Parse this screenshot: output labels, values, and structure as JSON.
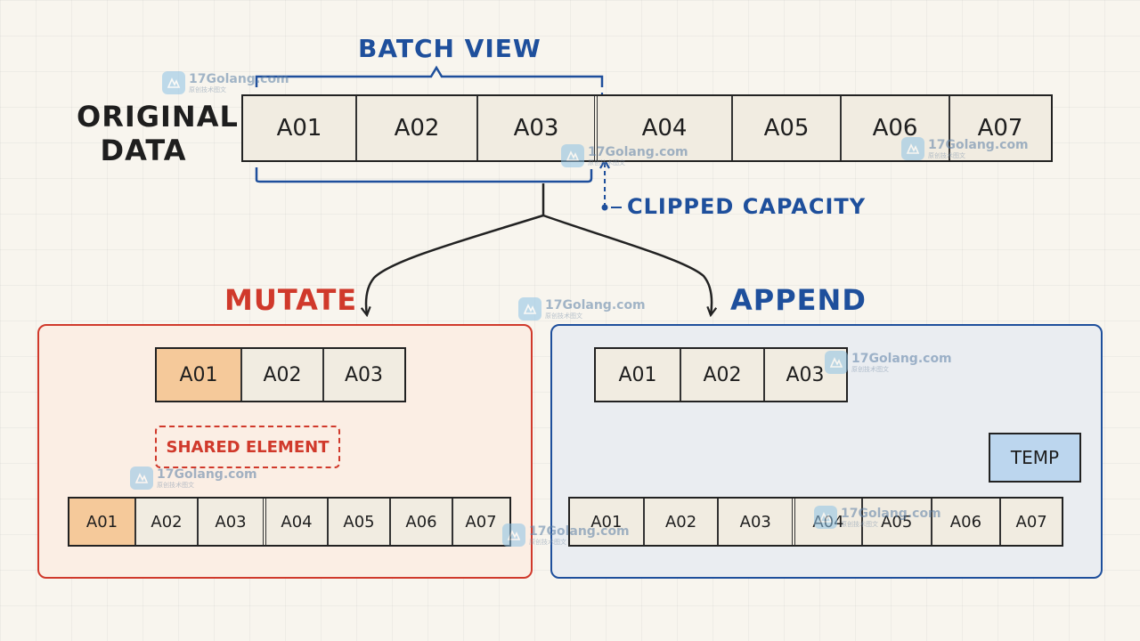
{
  "labels": {
    "batch_view": "BATCH VIEW",
    "original_data_line1": "ORIGINAL",
    "original_data_line2": "DATA",
    "clipped_capacity": "CLIPPED CAPACITY",
    "mutate": "MUTATE",
    "append": "APPEND",
    "shared_element": "SHARED ELEMENT",
    "temp": "TEMP"
  },
  "original_cells": [
    "A01",
    "A02",
    "A03",
    "A04",
    "A05",
    "A06",
    "A07"
  ],
  "mutate": {
    "view_cells": [
      "A01",
      "A02",
      "A03"
    ],
    "result_cells": [
      "A01",
      "A02",
      "A03",
      "A04",
      "A05",
      "A06",
      "A07"
    ]
  },
  "append": {
    "view_cells": [
      "A01",
      "A02",
      "A03"
    ],
    "result_cells": [
      "A01",
      "A02",
      "A03",
      "A04",
      "A05",
      "A06",
      "A07"
    ]
  },
  "watermark": {
    "text": "17Golang.com",
    "sub": "原创技术图文"
  },
  "colors": {
    "blue": "#1e4f9c",
    "red": "#d0392b",
    "highlight": "#f5c99a",
    "temp_fill": "#bcd6ee"
  }
}
